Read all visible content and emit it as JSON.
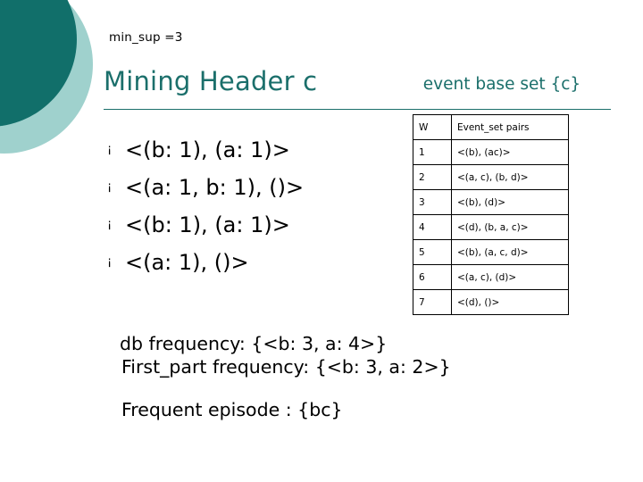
{
  "slide": {
    "min_sup": "min_sup =3",
    "title": "Mining Header c",
    "event_base_set": "event base set {c}",
    "bullets": [
      {
        "marker": "¡",
        "text": "<(b: 1), (a: 1)>"
      },
      {
        "marker": "¡",
        "text": "<(a: 1, b: 1), ()>"
      },
      {
        "marker": "¡",
        "text": "<(b: 1), (a: 1)>"
      },
      {
        "marker": "¡",
        "text": "<(a: 1), ()>"
      }
    ],
    "table": {
      "headers": [
        "W",
        "Event_set pairs"
      ],
      "rows": [
        {
          "w": "1",
          "pairs": "<(b), (ac)>"
        },
        {
          "w": "2",
          "pairs": "<(a, c), (b, d)>"
        },
        {
          "w": "3",
          "pairs": "<(b), (d)>"
        },
        {
          "w": "4",
          "pairs": "<(d), (b, a, c)>"
        },
        {
          "w": "5",
          "pairs": "<(b), (a, c, d)>"
        },
        {
          "w": "6",
          "pairs": "<(a, c), (d)>"
        },
        {
          "w": "7",
          "pairs": "<(d), ()>"
        }
      ]
    },
    "footer": {
      "db_frequency": "db frequency: {<b: 3, a: 4>}",
      "first_part_frequency": "First_part frequency: {<b: 3, a: 2>}",
      "frequent_episode": "Frequent episode : {bc}"
    },
    "colors": {
      "accent_teal": "#1b6f6b",
      "accent_light_teal": "#9fd1cd",
      "text": "#000000"
    }
  }
}
